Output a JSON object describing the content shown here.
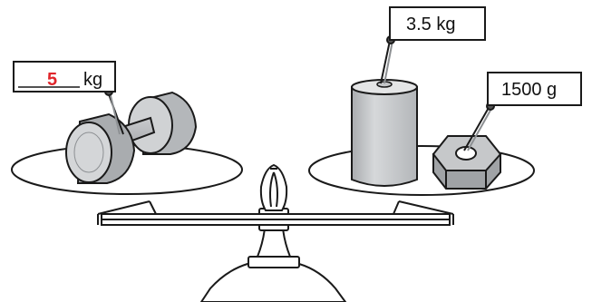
{
  "dumbbell_tag": {
    "value": "5",
    "unit": "kg",
    "value_color": "#e0262b"
  },
  "cylinder_tag": {
    "text": "3.5 kg"
  },
  "hex_tag": {
    "text": "1500 g"
  },
  "colors": {
    "metal_light": "#d4d6d8",
    "metal_mid": "#b8bbbe",
    "metal_dark": "#8d9093",
    "outline": "#1a1a1a"
  }
}
